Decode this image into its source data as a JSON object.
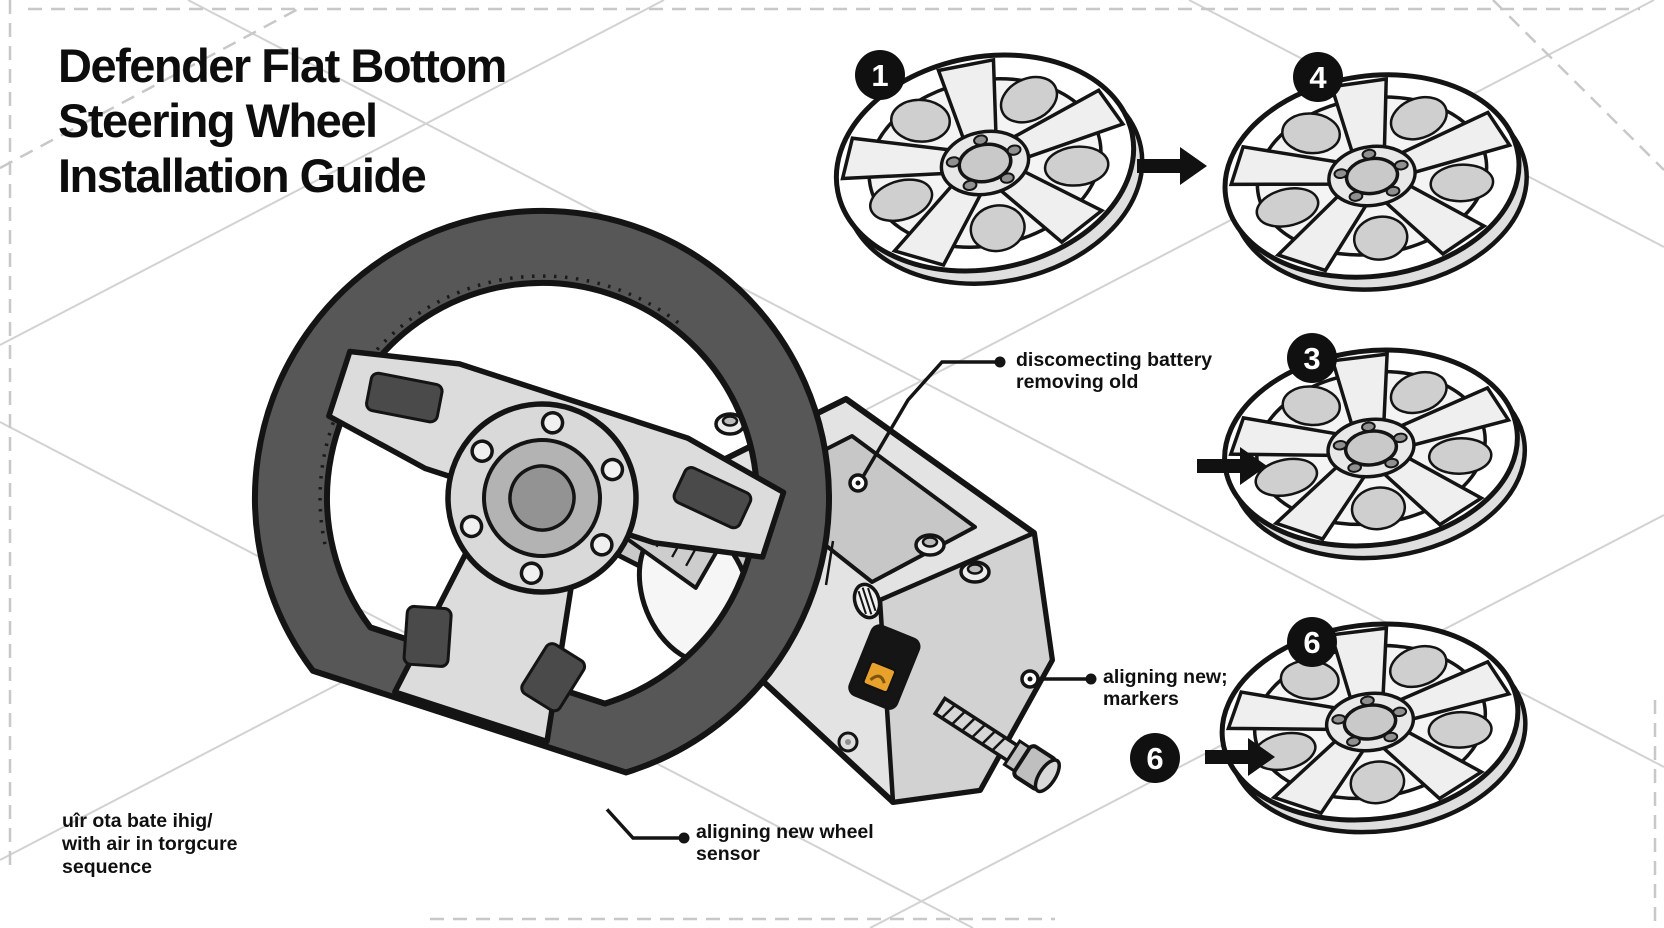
{
  "title": {
    "line1": "Defender Flat Bottom",
    "line2": "Steering Wheel",
    "line3": "Installation Guide"
  },
  "badges": {
    "step1": "1",
    "step4": "4",
    "step3": "3",
    "step6": "6",
    "step6_arrow": "6"
  },
  "callouts": {
    "battery": {
      "line1": "discomecting battery",
      "line2": "removing old"
    },
    "markers": {
      "line1": "aligning new;",
      "line2": "markers"
    },
    "sensor": {
      "line1": "aligning new wheel",
      "line2": "sensor"
    }
  },
  "footnote": {
    "line1": "uîr ota bate ihig/",
    "line2": "with air in torgcure",
    "line3": "sequence"
  },
  "colors": {
    "ink": "#111111",
    "rim_gray": "#575757",
    "panel_gray": "#e3e3e3",
    "grid_gray": "#d2d2d2",
    "accent_orange": "#e8a12b"
  }
}
